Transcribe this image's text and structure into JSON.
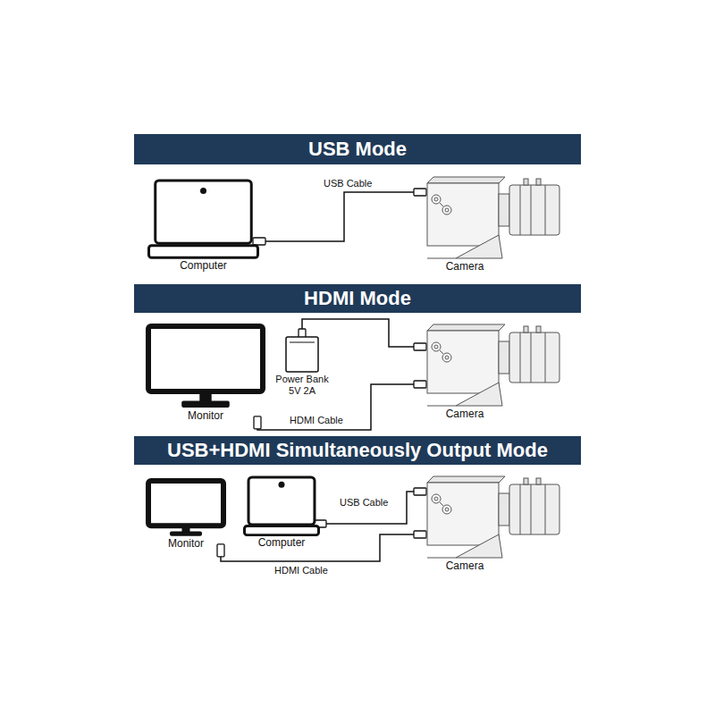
{
  "diagram": {
    "nodes": [
      {
        "text": [
          "USB Mode"
        ]
      },
      {
        "text": [
          "Computer"
        ]
      },
      {
        "text": [
          "Camera"
        ]
      },
      {
        "text": [
          "HDMI Mode"
        ]
      },
      {
        "text": [
          "Monitor"
        ]
      },
      {
        "text": [
          "Power Bank 5V 2A"
        ]
      },
      {
        "text": [
          "Camera"
        ]
      },
      {
        "text": [
          "USB+HDMI Simultaneously Output Mode"
        ]
      },
      {
        "text": [
          "Monitor"
        ]
      },
      {
        "text": [
          "Computer"
        ]
      },
      {
        "text": [
          "Camera"
        ]
      }
    ],
    "edges": [
      {
        "from": 1,
        "to": 2,
        "label": "USB Cable",
        "arrow": "none"
      },
      {
        "from": 5,
        "to": 6,
        "arrow": "none"
      },
      {
        "from": 4,
        "to": 6,
        "label": "HDMI Cable",
        "arrow": "none"
      },
      {
        "from": 9,
        "to": 10,
        "label": "USB Cable",
        "arrow": "none"
      },
      {
        "from": 8,
        "to": 10,
        "label": "HDMI Cable",
        "arrow": "none"
      }
    ]
  }
}
